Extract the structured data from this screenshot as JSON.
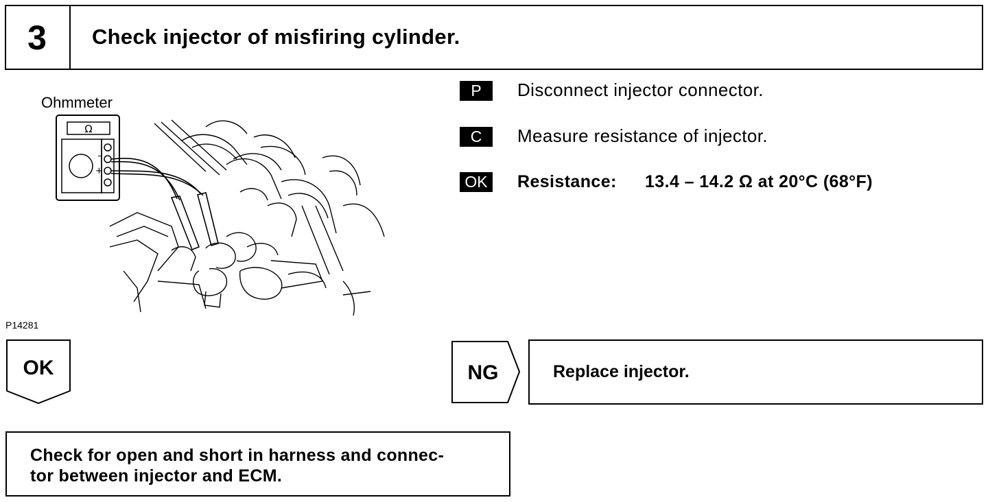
{
  "step": {
    "number": "3",
    "title": "Check injector of misfiring cylinder."
  },
  "illustration": {
    "meter_label": "Ohmmeter",
    "meter_symbol": "Ω",
    "figure_id": "P14281"
  },
  "instructions": [
    {
      "tag": "P",
      "text": "Disconnect injector connector."
    },
    {
      "tag": "C",
      "text": "Measure resistance of injector."
    }
  ],
  "spec": {
    "tag": "OK",
    "label": "Resistance:",
    "value": "13.4 – 14.2 Ω at 20°C (68°F)"
  },
  "ok_branch": {
    "label": "OK",
    "next_step": "Check for open and short in harness and connec-",
    "next_step_line2": "tor between injector and ECM."
  },
  "ng_branch": {
    "label": "NG",
    "action": "Replace injector."
  }
}
